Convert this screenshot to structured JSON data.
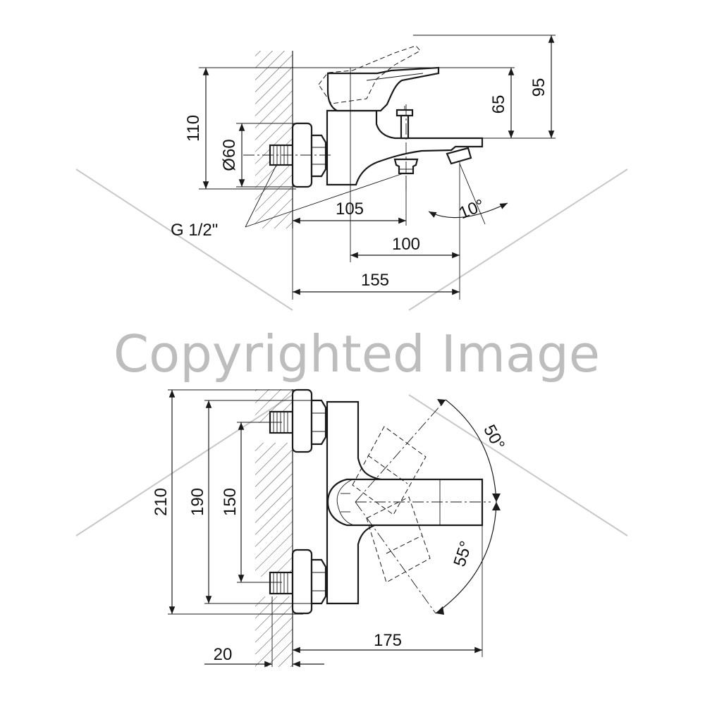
{
  "watermark": {
    "text": "Copyrighted Image",
    "color": "#bdbdbd"
  },
  "side_view": {
    "dims": {
      "d110": "110",
      "d60": "Ø60",
      "thread": "G 1/2\"",
      "d105": "105",
      "d100": "100",
      "d155": "155",
      "d65": "65",
      "d95": "95",
      "angle10": "10°"
    }
  },
  "top_view": {
    "dims": {
      "d210": "210",
      "d190": "190",
      "d150": "150",
      "d20": "20",
      "d175": "175",
      "angle50": "50°",
      "angle55": "55°"
    }
  },
  "colors": {
    "line": "#1a1a1a",
    "background": "#ffffff"
  }
}
